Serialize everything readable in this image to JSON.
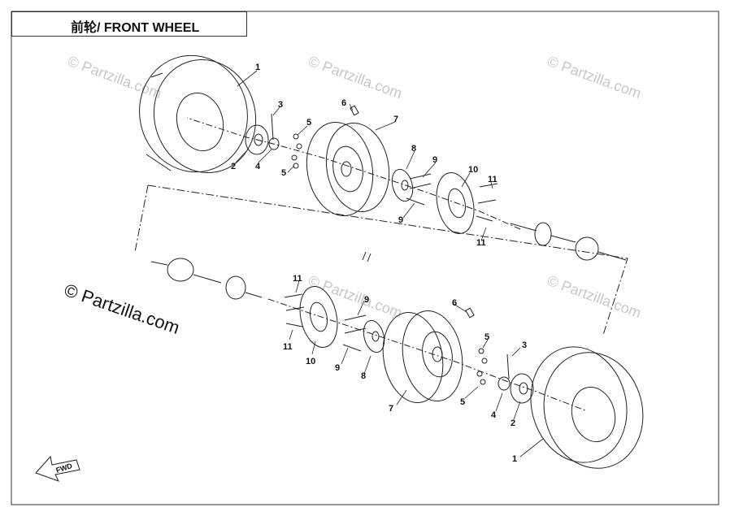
{
  "title": "前轮/ FRONT WHEEL",
  "copyright_text": "© Partzilla.com",
  "watermark_text": "© Partzilla.com",
  "fwd_label": "FWD",
  "colors": {
    "line": "#222222",
    "watermark": "#c8c8c8",
    "background": "#ffffff"
  },
  "callouts": {
    "tire": "1",
    "hub_cap": "2",
    "cotter_pin": "3",
    "castle_nut": "4",
    "lug_nut": "5",
    "valve": "6",
    "rim": "7",
    "hub": "8",
    "stud": "9",
    "brake_disc": "10",
    "disc_bolt": "11"
  }
}
